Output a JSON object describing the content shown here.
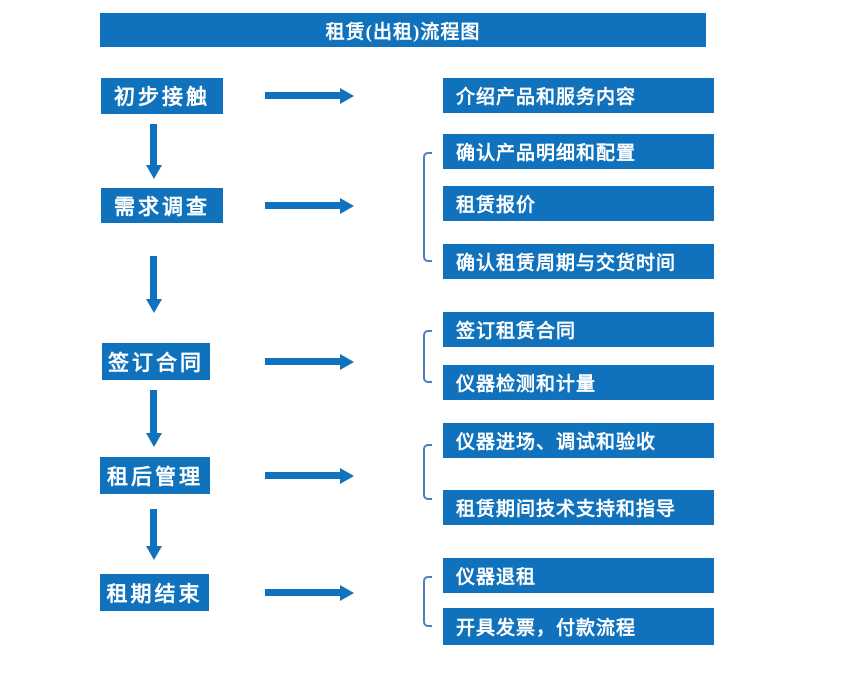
{
  "title": "租赁(出租)流程图",
  "colors": {
    "primary": "#1072BC",
    "bracket": "#4F7EBE",
    "text": "#FFFFFF",
    "background": "#FFFFFF"
  },
  "steps": [
    {
      "label": "初步接触",
      "details": [
        "介绍产品和服务内容"
      ]
    },
    {
      "label": "需求调查",
      "details": [
        "确认产品明细和配置",
        "租赁报价",
        "确认租赁周期与交货时间"
      ]
    },
    {
      "label": "签订合同",
      "details": [
        "签订租赁合同",
        "仪器检测和计量"
      ]
    },
    {
      "label": "租后管理",
      "details": [
        "仪器进场、调试和验收",
        "租赁期间技术支持和指导"
      ]
    },
    {
      "label": "租期结束",
      "details": [
        "仪器退租",
        "开具发票，付款流程"
      ]
    }
  ]
}
